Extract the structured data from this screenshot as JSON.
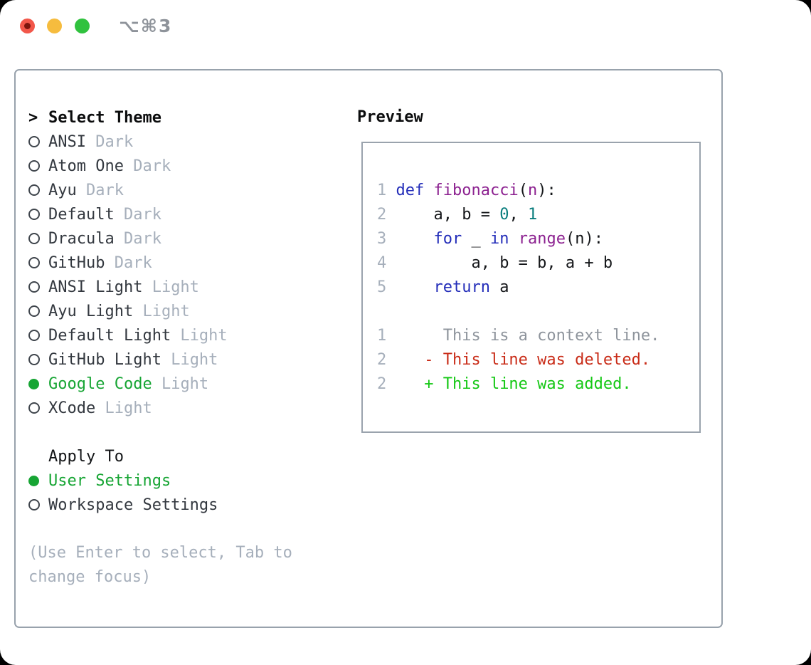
{
  "window": {
    "title": "⌥⌘3"
  },
  "theme_selector": {
    "cursor": ">",
    "heading": "Select Theme",
    "items": [
      {
        "name": "ANSI",
        "variant": "Dark",
        "selected": false
      },
      {
        "name": "Atom One",
        "variant": "Dark",
        "selected": false
      },
      {
        "name": "Ayu",
        "variant": "Dark",
        "selected": false
      },
      {
        "name": "Default",
        "variant": "Dark",
        "selected": false
      },
      {
        "name": "Dracula",
        "variant": "Dark",
        "selected": false
      },
      {
        "name": "GitHub",
        "variant": "Dark",
        "selected": false
      },
      {
        "name": "ANSI Light",
        "variant": "Light",
        "selected": false
      },
      {
        "name": "Ayu Light",
        "variant": "Light",
        "selected": false
      },
      {
        "name": "Default Light",
        "variant": "Light",
        "selected": false
      },
      {
        "name": "GitHub Light",
        "variant": "Light",
        "selected": false
      },
      {
        "name": "Google Code",
        "variant": "Light",
        "selected": true
      },
      {
        "name": "XCode",
        "variant": "Light",
        "selected": false
      }
    ]
  },
  "apply_to": {
    "heading": "Apply To",
    "items": [
      {
        "name": "User Settings",
        "selected": true
      },
      {
        "name": "Workspace Settings",
        "selected": false
      }
    ]
  },
  "hint": {
    "line1": "(Use Enter to select, Tab to",
    "line2": "change focus)"
  },
  "preview": {
    "heading": "Preview",
    "lines": [
      [
        {
          "t": "1 ",
          "c": "ln"
        },
        {
          "t": "def",
          "c": "kw"
        },
        {
          "t": " ",
          "c": "pln"
        },
        {
          "t": "fibonacci",
          "c": "fn"
        },
        {
          "t": "(",
          "c": "pln"
        },
        {
          "t": "n",
          "c": "fn"
        },
        {
          "t": "):",
          "c": "pln"
        }
      ],
      [
        {
          "t": "2 ",
          "c": "ln"
        },
        {
          "t": "    a, b = ",
          "c": "pln"
        },
        {
          "t": "0",
          "c": "lit"
        },
        {
          "t": ", ",
          "c": "pln"
        },
        {
          "t": "1",
          "c": "lit"
        }
      ],
      [
        {
          "t": "3 ",
          "c": "ln"
        },
        {
          "t": "    ",
          "c": "pln"
        },
        {
          "t": "for",
          "c": "kw"
        },
        {
          "t": " _ ",
          "c": "pln"
        },
        {
          "t": "in",
          "c": "kw"
        },
        {
          "t": " ",
          "c": "pln"
        },
        {
          "t": "range",
          "c": "fn"
        },
        {
          "t": "(n):",
          "c": "pln"
        }
      ],
      [
        {
          "t": "4 ",
          "c": "ln"
        },
        {
          "t": "        a, b = b, a + b",
          "c": "pln"
        }
      ],
      [
        {
          "t": "5 ",
          "c": "ln"
        },
        {
          "t": "    ",
          "c": "pln"
        },
        {
          "t": "return",
          "c": "kw"
        },
        {
          "t": " a",
          "c": "pln"
        }
      ],
      [],
      [
        {
          "t": "1",
          "c": "ln"
        },
        {
          "t": "      This is a context line.",
          "c": "ctx"
        }
      ],
      [
        {
          "t": "2",
          "c": "ln"
        },
        {
          "t": "    - This line was deleted.",
          "c": "del"
        }
      ],
      [
        {
          "t": "2",
          "c": "ln"
        },
        {
          "t": "    + This line was added.",
          "c": "add"
        }
      ]
    ]
  },
  "colors": {
    "selection_green": "#17a534",
    "diff_added_green": "#14c814",
    "diff_deleted_red": "#c92c18",
    "keyword_blue": "#232db9",
    "function_purple": "#8c2190",
    "literal_teal": "#0a7d7d",
    "muted_gray": "#a6afbb",
    "panel_border": "#98a2ac"
  }
}
